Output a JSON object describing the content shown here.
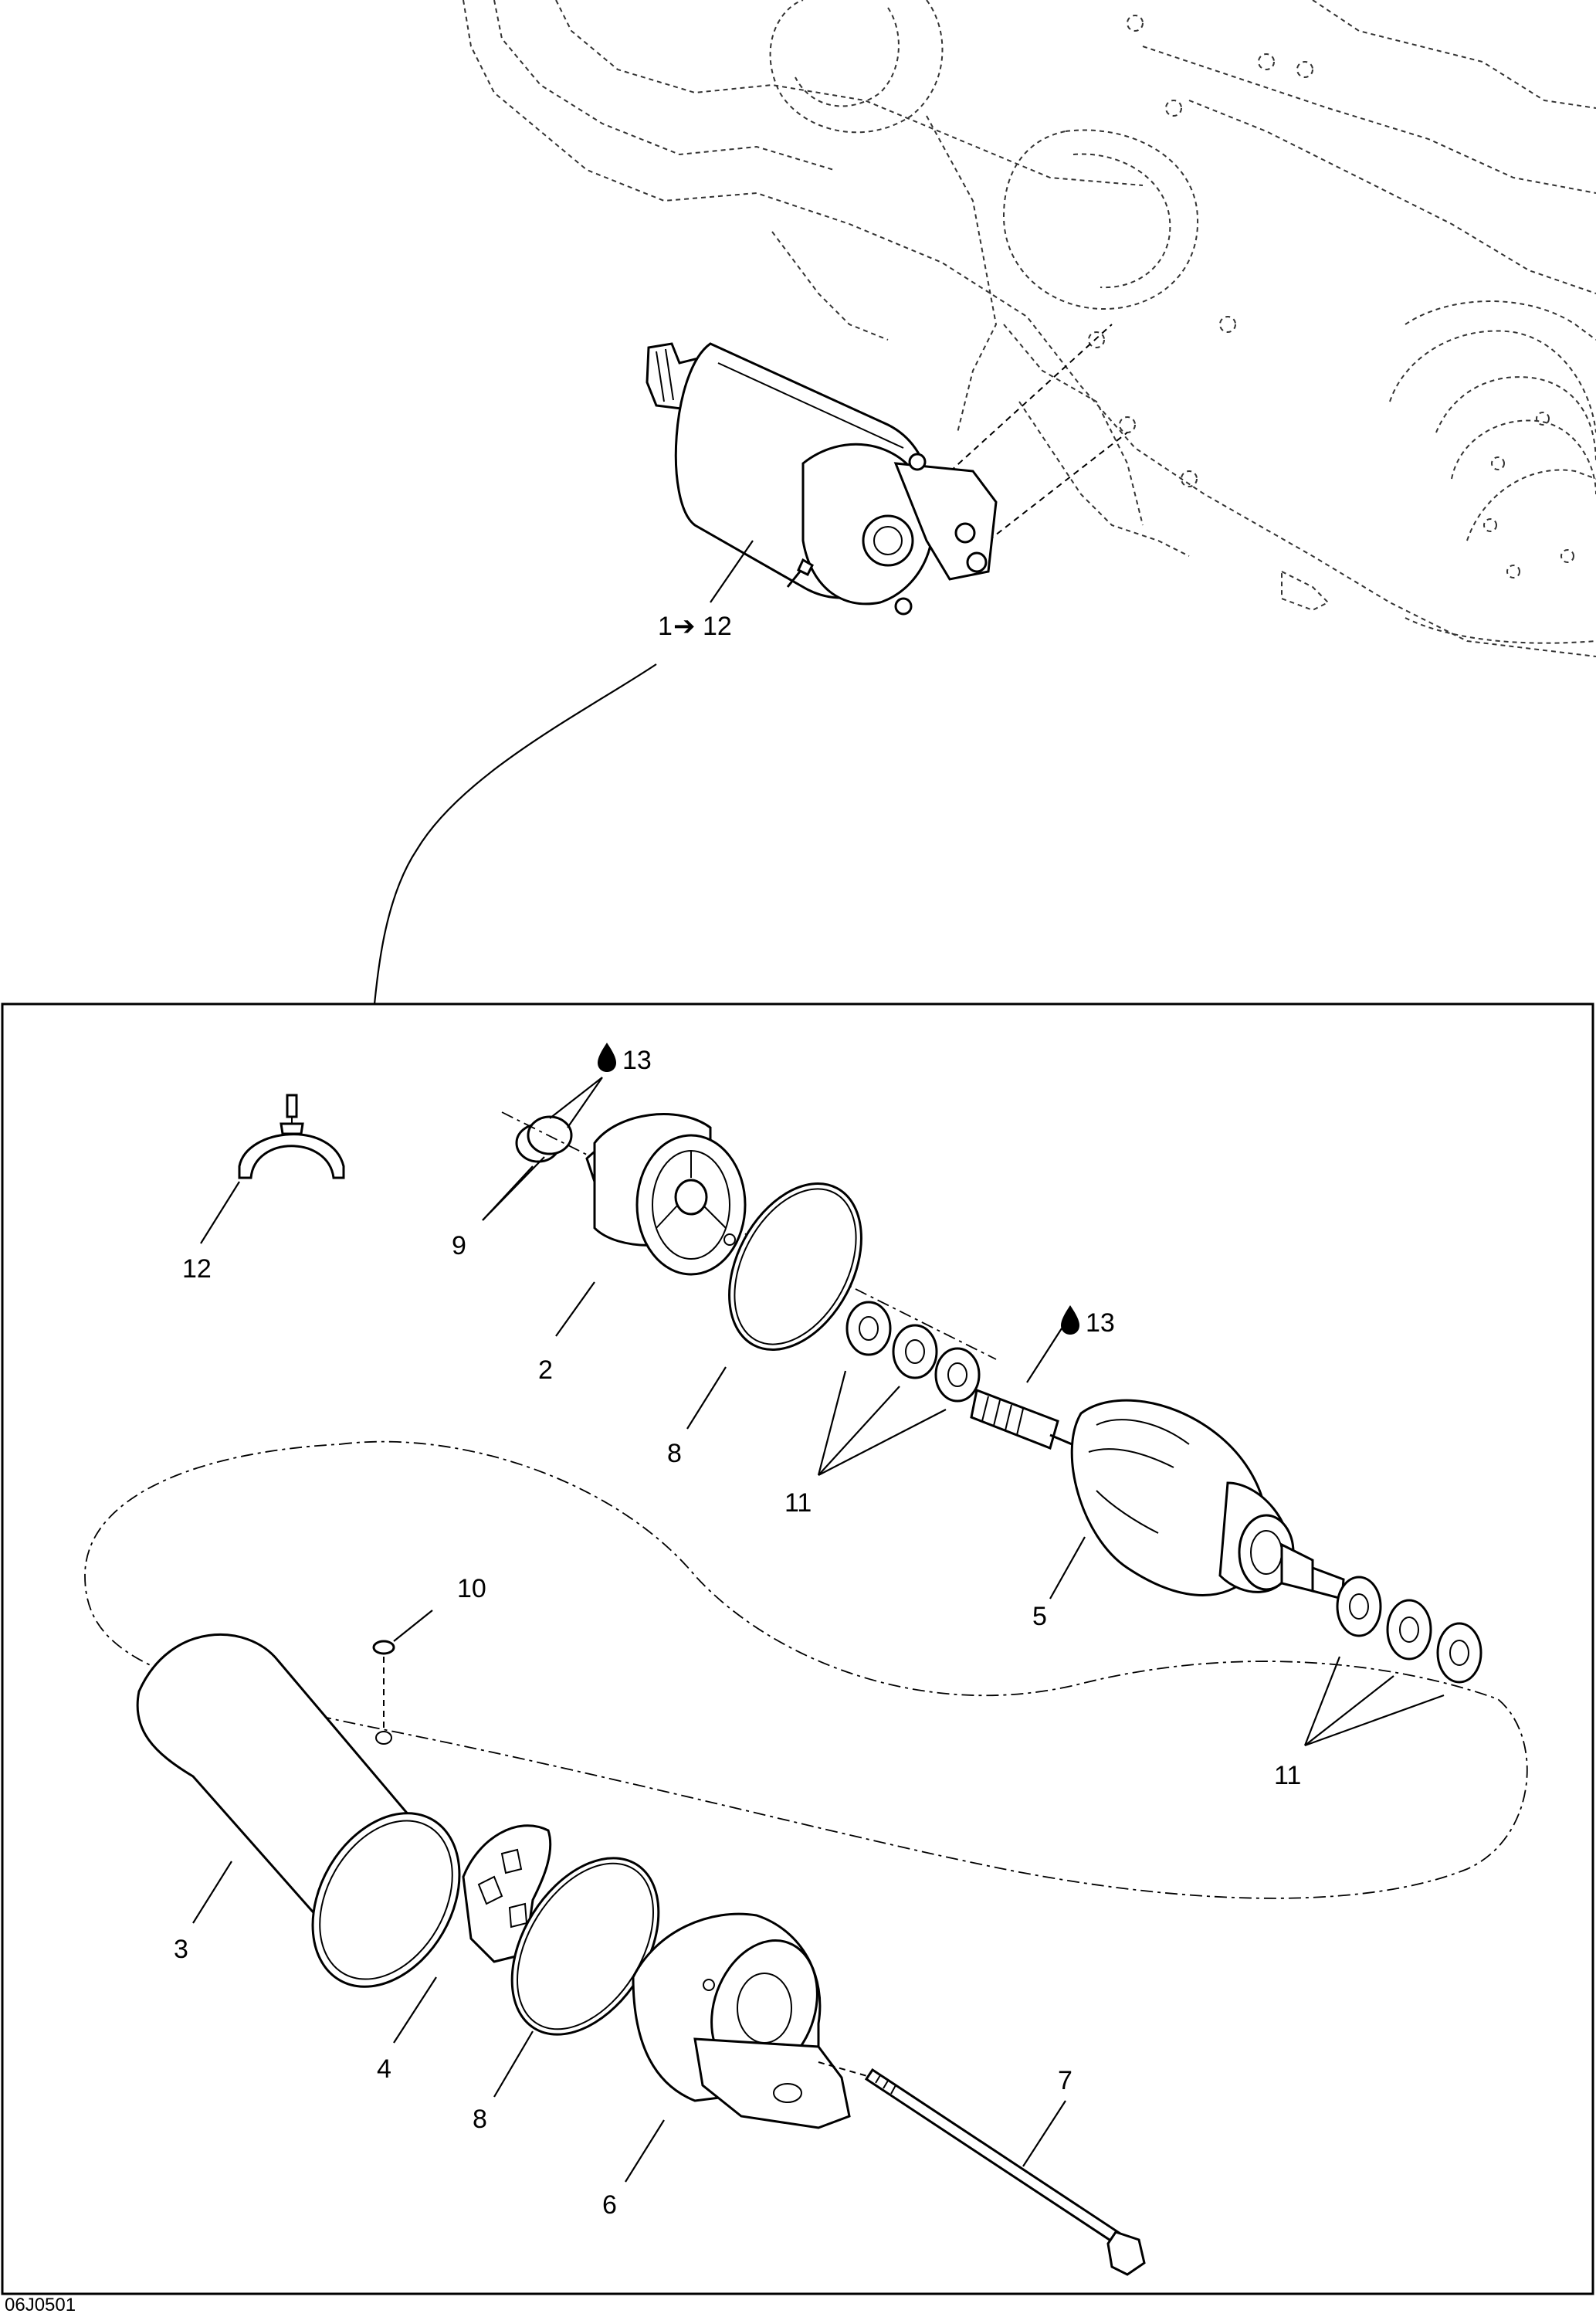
{
  "assembly_callout": {
    "from": "1",
    "arrow": "➔",
    "to": "12"
  },
  "footer_code": "06J0501",
  "lubricant_callouts": [
    {
      "id": "top",
      "number": "13"
    },
    {
      "id": "mid",
      "number": "13"
    }
  ],
  "part_labels": {
    "p2": "2",
    "p3": "3",
    "p4": "4",
    "p5": "5",
    "p6": "6",
    "p7": "7",
    "p8a": "8",
    "p8b": "8",
    "p9": "9",
    "p10": "10",
    "p11a": "11",
    "p11b": "11",
    "p12": "12"
  }
}
